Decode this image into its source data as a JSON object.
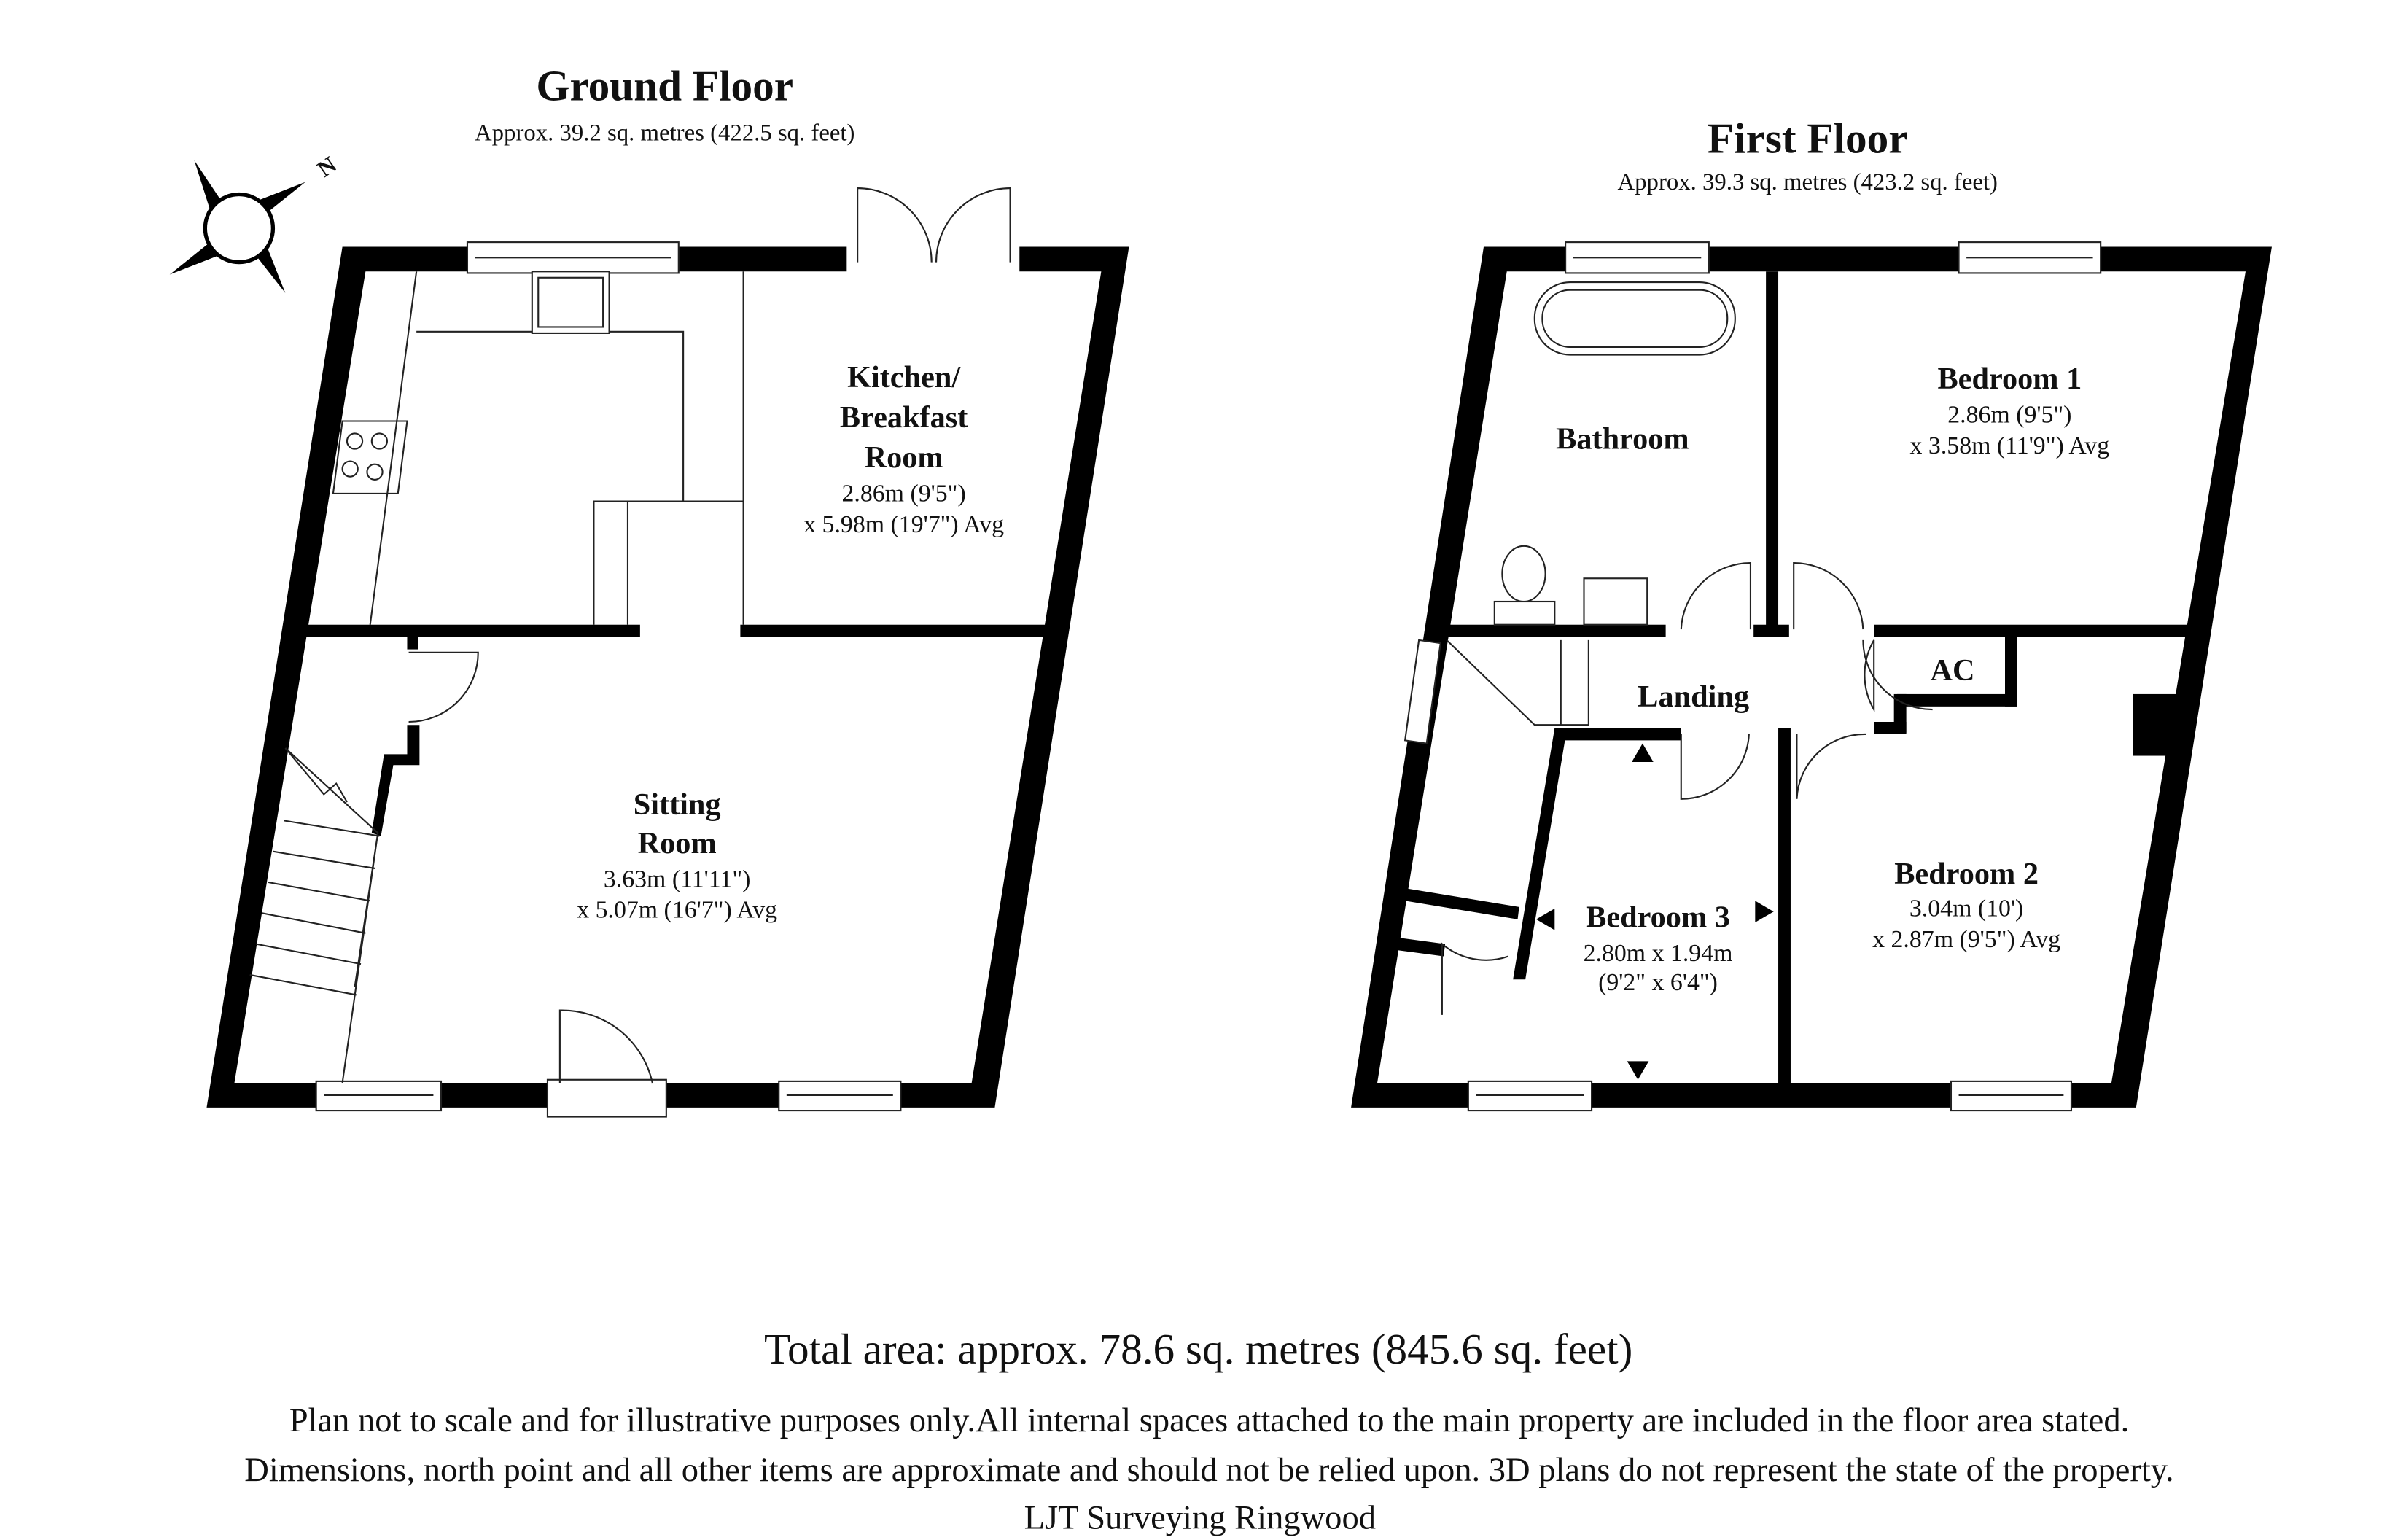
{
  "ground_floor": {
    "title": "Ground Floor",
    "area": "Approx. 39.2 sq. metres (422.5 sq. feet)",
    "compass_label": "N",
    "rooms": {
      "kitchen": {
        "name_lines": [
          "Kitchen/",
          "Breakfast",
          "Room"
        ],
        "dim1": "2.86m (9'5\")",
        "dim2": "x 5.98m (19'7\") Avg"
      },
      "sitting": {
        "name_lines": [
          "Sitting",
          "Room"
        ],
        "dim1": "3.63m (11'11\")",
        "dim2": "x 5.07m (16'7\") Avg"
      }
    }
  },
  "first_floor": {
    "title": "First Floor",
    "area": "Approx. 39.3 sq. metres (423.2 sq. feet)",
    "rooms": {
      "bathroom": {
        "name": "Bathroom"
      },
      "bedroom1": {
        "name": "Bedroom 1",
        "dim1": "2.86m (9'5\")",
        "dim2": "x 3.58m (11'9\") Avg"
      },
      "landing": {
        "name": "Landing"
      },
      "ac": {
        "name": "AC"
      },
      "bedroom2": {
        "name": "Bedroom 2",
        "dim1": "3.04m (10')",
        "dim2": "x 2.87m (9'5\") Avg"
      },
      "bedroom3": {
        "name": "Bedroom 3",
        "dim1": "2.80m x 1.94m",
        "dim2": "(9'2\" x 6'4\")"
      }
    }
  },
  "footer": {
    "total": "Total area: approx. 78.6 sq. metres (845.6 sq. feet)",
    "line1": "Plan not to scale and for illustrative purposes only.All internal spaces attached to the main property are included in the floor area stated.",
    "line2": "Dimensions, north point and all other items are approximate and should not be relied upon. 3D plans do not represent the state of the property.",
    "line3": "LJT Surveying Ringwood"
  }
}
